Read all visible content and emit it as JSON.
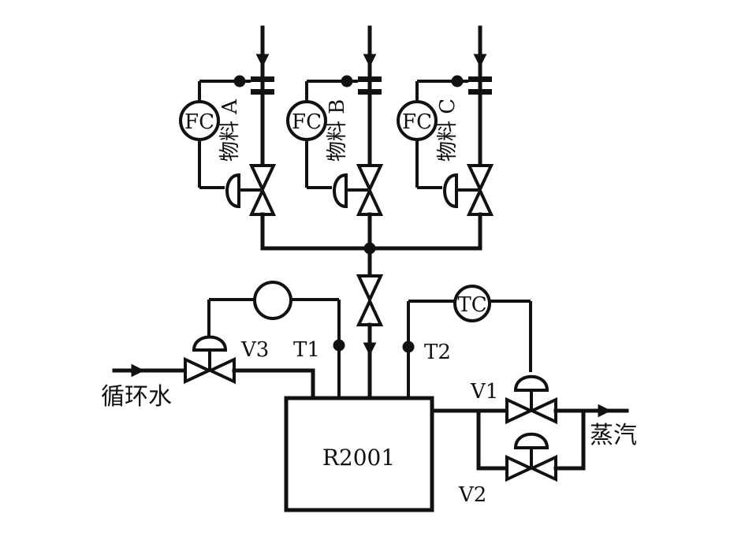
{
  "instruments": {
    "fc_a": "FC",
    "fc_b": "FC",
    "fc_c": "FC",
    "tc": "TC"
  },
  "streams": {
    "material_a": "物料 A",
    "material_b": "物料 B",
    "material_c": "物料 C",
    "cooling_water": "循环水",
    "steam": "蒸汽"
  },
  "valves": {
    "v1": "V1",
    "v2": "V2",
    "v3": "V3"
  },
  "sensors": {
    "t1": "T1",
    "t2": "T2"
  },
  "reactor": {
    "label": "R2001"
  }
}
